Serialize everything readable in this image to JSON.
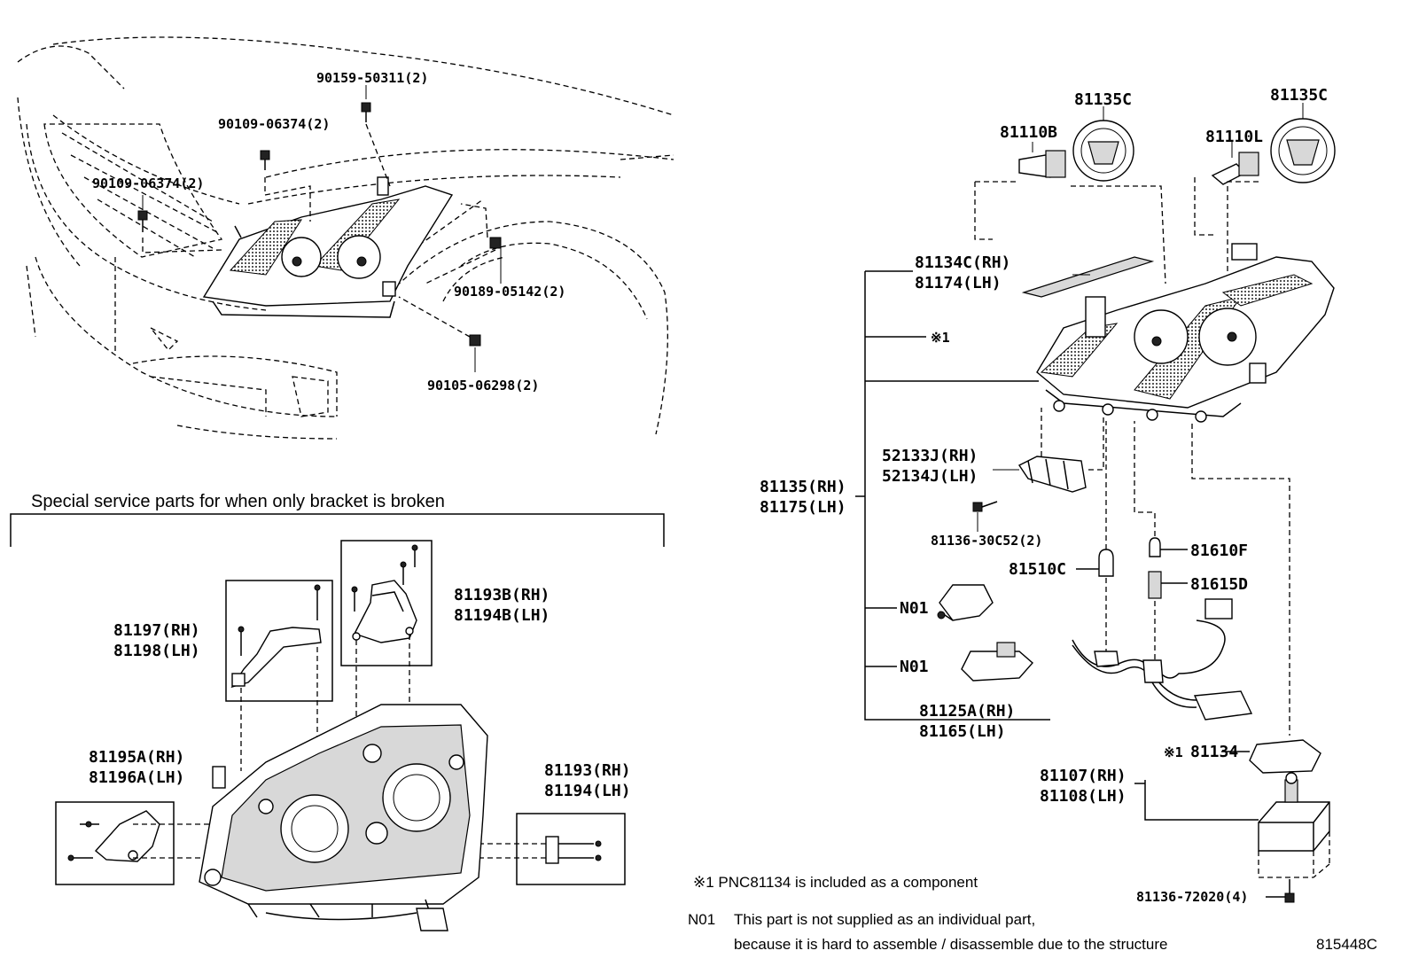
{
  "diagram": {
    "section_caption": "Special service parts for when only bracket is broken",
    "top_left_labels": {
      "bolt_top": "90159-50311(2)",
      "bolt_a": "90109-06374(2)",
      "bolt_b": "90109-06374(2)",
      "nut_side": "90189-05142(2)",
      "bolt_bottom": "90105-06298(2)"
    },
    "bracket_labels": {
      "bracket_top_rh": "81193B(RH)",
      "bracket_top_lh": "81194B(LH)",
      "bracket_left_rh": "81197(RH)",
      "bracket_left_lh": "81198(LH)",
      "bracket_side_rh": "81195A(RH)",
      "bracket_side_lh": "81196A(LH)",
      "bracket_right_rh": "81193(RH)",
      "bracket_right_lh": "81194(LH)"
    },
    "right_labels": {
      "cover_a": "81135C",
      "cover_b": "81135C",
      "bulb_b": "81110B",
      "bulb_l": "81110L",
      "trim_rh": "81134C(RH)",
      "trim_lh": "81174(LH)",
      "ref1": "※1",
      "assy_rh": "81135(RH)",
      "assy_lh": "81175(LH)",
      "retainer_rh": "52133J(RH)",
      "retainer_lh": "52134J(LH)",
      "screw": "81136-30C52(2)",
      "bulb_c": "81510C",
      "bulb_f": "81610F",
      "socket_d": "81615D",
      "n01_a": "N01",
      "n01_b": "N01",
      "wire_rh": "81125A(RH)",
      "wire_lh": "81165(LH)",
      "gasket_ref": "※1",
      "gasket": "81134",
      "ballast_rh": "81107(RH)",
      "ballast_lh": "81108(LH)",
      "ballast_screw": "81136-72020(4)"
    },
    "notes": {
      "note1": "※1 PNC81134 is included as a component",
      "n01_code": "N01",
      "n01_line1": "This part is not supplied as an individual part,",
      "n01_line2": "because it is hard to assemble / disassemble due to the structure",
      "illustration_id": "815448C"
    }
  }
}
